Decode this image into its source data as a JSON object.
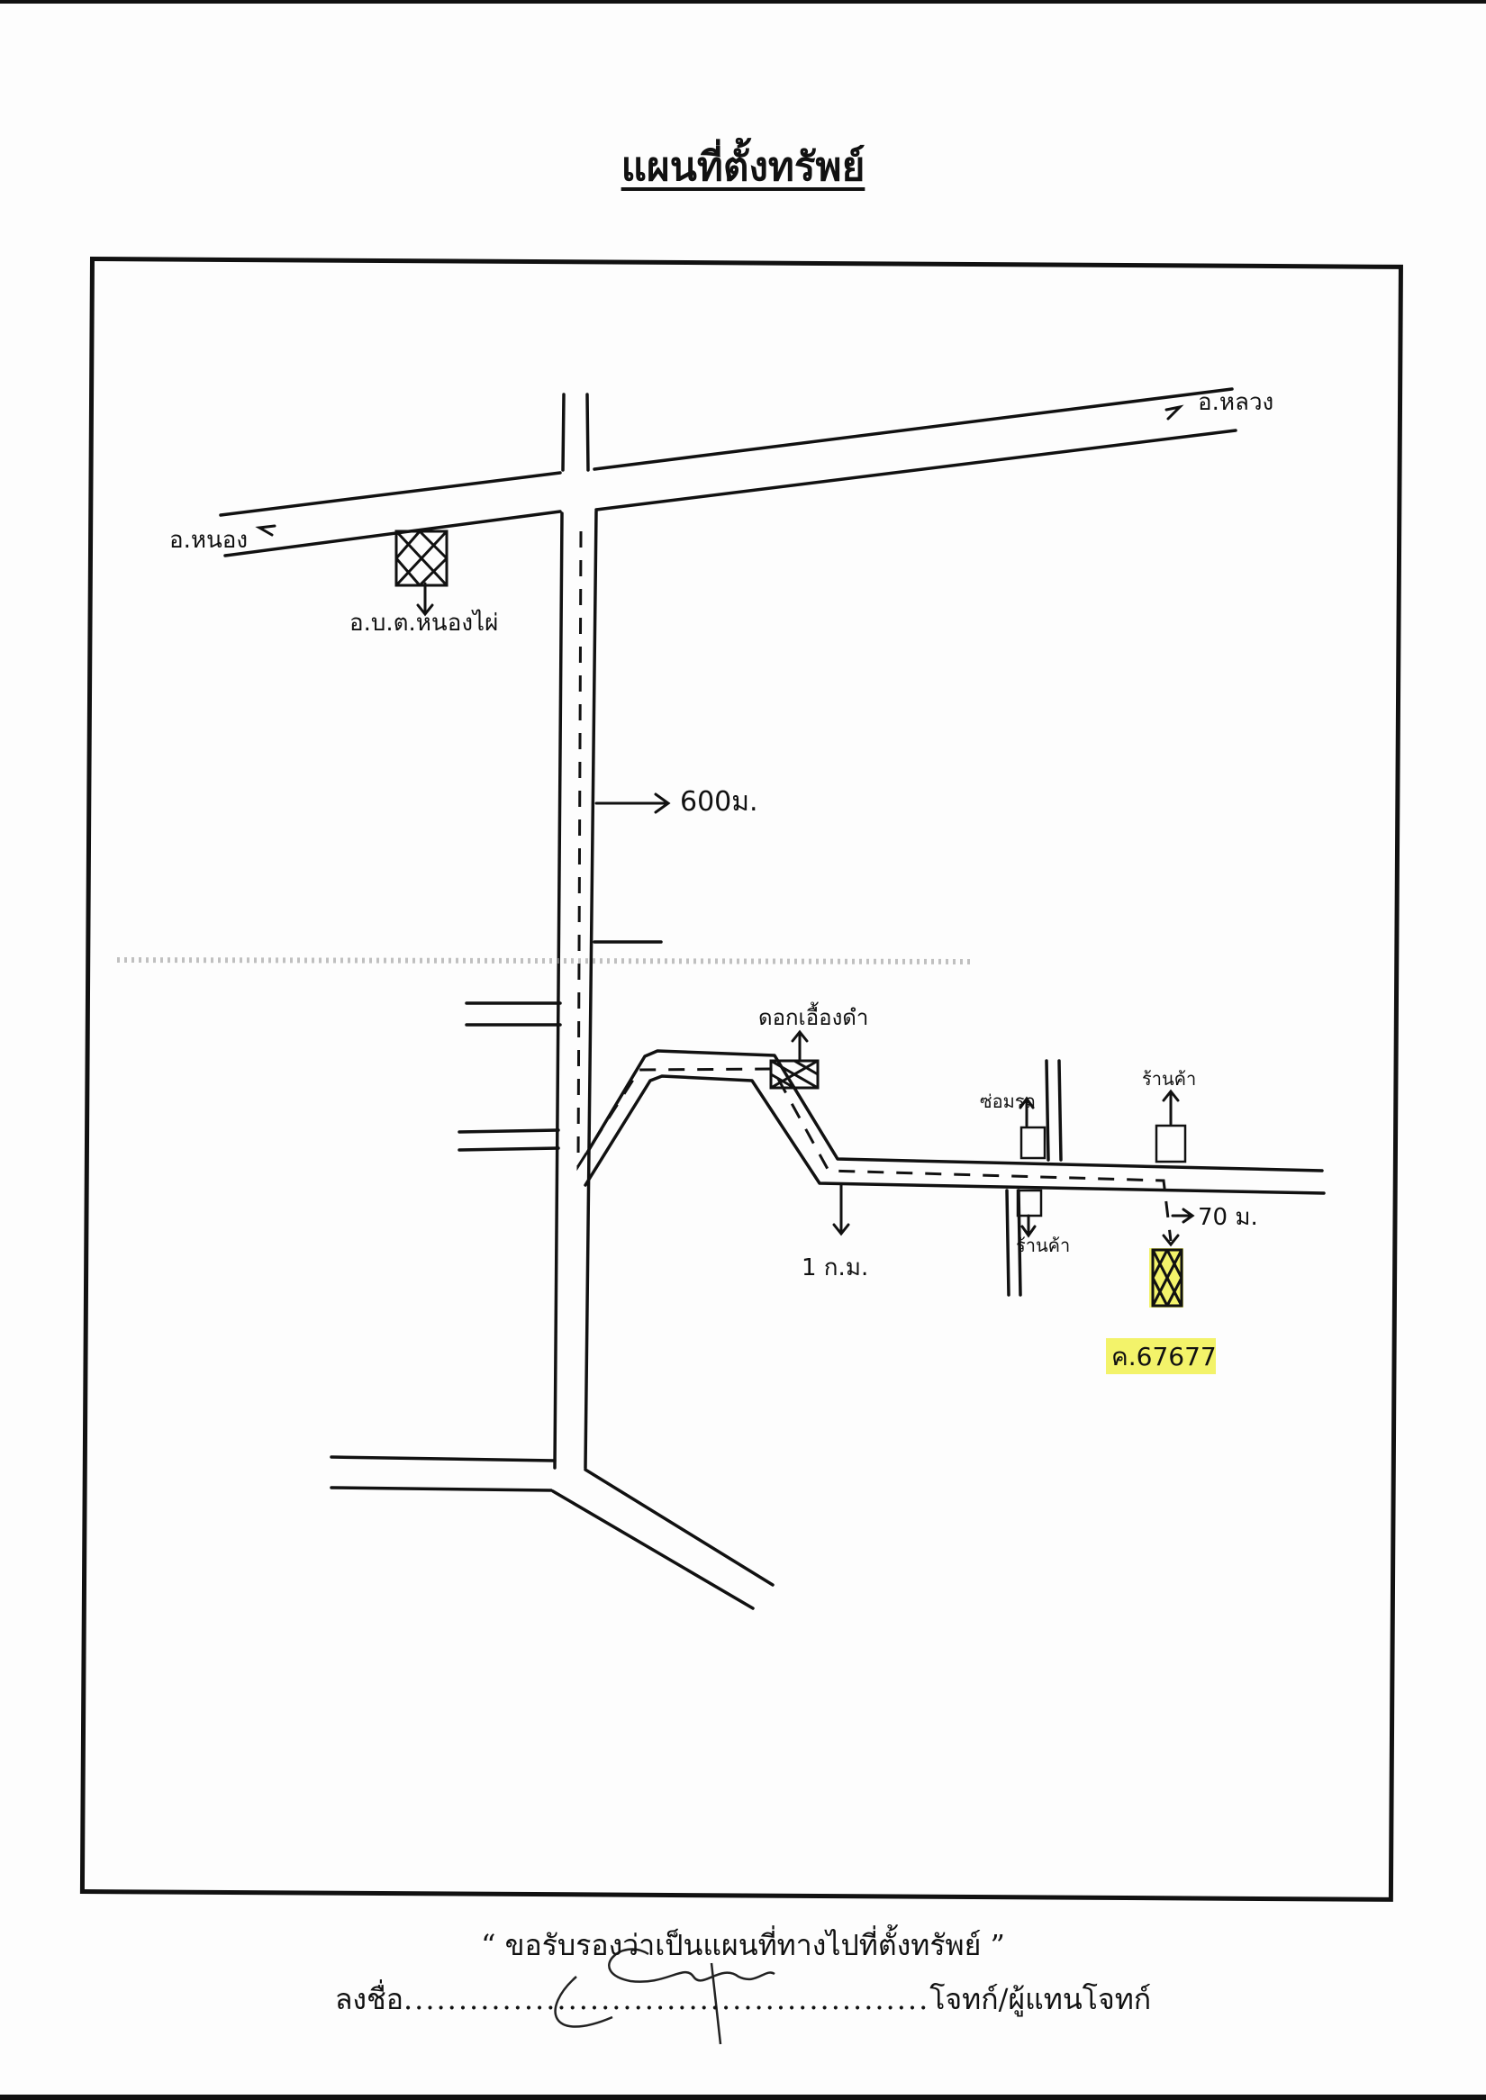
{
  "title": "แผนที่ตั้งทรัพย์",
  "map": {
    "labels": {
      "to_right": "อ.หลวง",
      "to_left": "อ.หนอง",
      "landmark_top": "อ.บ.ต.หนองไผ่",
      "distance_main": "600ม.",
      "landmark_mid": "ดอกเอื้องดำ",
      "distance_branch": "1 ก.ม.",
      "house_left_top": "ซ่อมรถ",
      "house_left_bottom": "ร้านค้า",
      "house_right": "ร้านค้า",
      "distance_final": "70 ม.",
      "property_id": "ค.67677"
    },
    "colors": {
      "ink": "#111111",
      "highlight": "#f3f36a"
    }
  },
  "footer": {
    "certification": "“ ขอรับรองว่าเป็นแผนที่ทางไปที่ตั้งทรัพย์ ”",
    "sign_label": "ลงชื่อ",
    "sign_dots": "................................................",
    "sign_role": "โจทก์/ผู้แทนโจทก์"
  }
}
